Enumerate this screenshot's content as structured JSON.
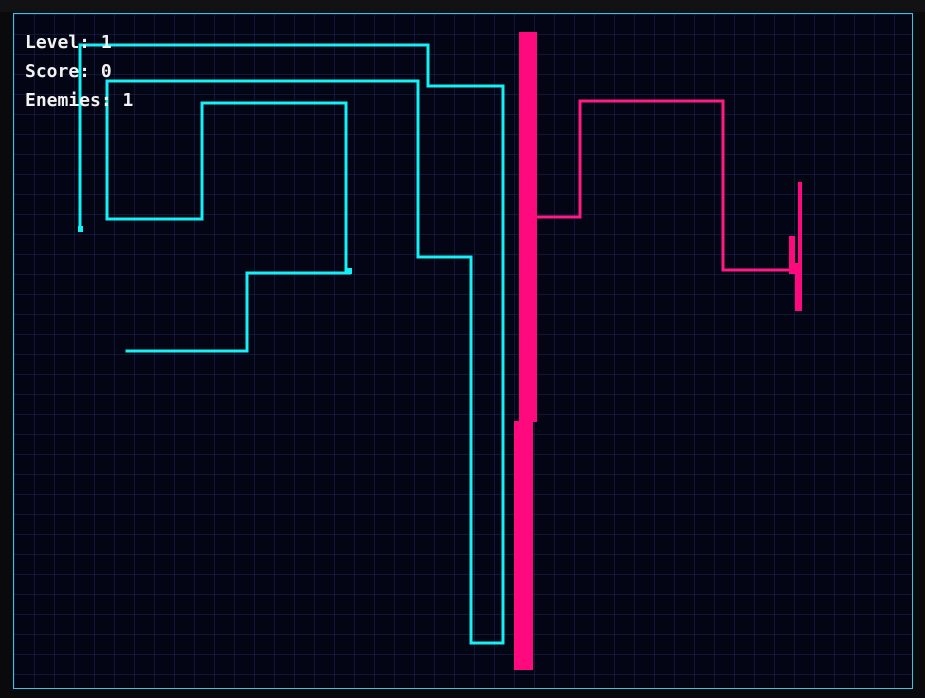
{
  "hud": {
    "level": "Level: 1",
    "score": "Score: 0",
    "enemies": "Enemies: 1"
  },
  "colors": {
    "player": "#14f0f4",
    "enemy": "#ff1a86",
    "arena_background": "#030514",
    "grid": "#1e2d5f",
    "hud_text": "#f2f2f2"
  }
}
